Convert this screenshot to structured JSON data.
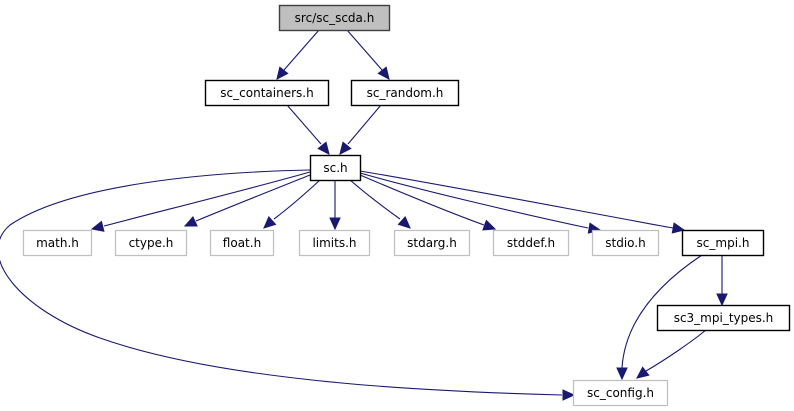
{
  "graph": {
    "title": "src/sc_scda.h include dependency graph",
    "colors": {
      "edge": "#191970",
      "root_fill": "#bfbfbf",
      "root_border": "#404040",
      "normal_border": "#000000",
      "external_border": "#bfbfbf",
      "node_fill": "#ffffff"
    },
    "nodes": [
      {
        "id": "sc_scda",
        "label": "src/sc_scda.h",
        "kind": "root"
      },
      {
        "id": "sc_containers",
        "label": "sc_containers.h",
        "kind": "normal"
      },
      {
        "id": "sc_random",
        "label": "sc_random.h",
        "kind": "normal"
      },
      {
        "id": "sc",
        "label": "sc.h",
        "kind": "normal"
      },
      {
        "id": "math",
        "label": "math.h",
        "kind": "external"
      },
      {
        "id": "ctype",
        "label": "ctype.h",
        "kind": "external"
      },
      {
        "id": "float",
        "label": "float.h",
        "kind": "external"
      },
      {
        "id": "limits",
        "label": "limits.h",
        "kind": "external"
      },
      {
        "id": "stdarg",
        "label": "stdarg.h",
        "kind": "external"
      },
      {
        "id": "stddef",
        "label": "stddef.h",
        "kind": "external"
      },
      {
        "id": "stdio",
        "label": "stdio.h",
        "kind": "external"
      },
      {
        "id": "sc_mpi",
        "label": "sc_mpi.h",
        "kind": "normal"
      },
      {
        "id": "sc3_mpi_types",
        "label": "sc3_mpi_types.h",
        "kind": "normal"
      },
      {
        "id": "sc_config",
        "label": "sc_config.h",
        "kind": "external"
      }
    ],
    "edges": [
      {
        "from": "sc_scda",
        "to": "sc_containers"
      },
      {
        "from": "sc_scda",
        "to": "sc_random"
      },
      {
        "from": "sc_containers",
        "to": "sc"
      },
      {
        "from": "sc_random",
        "to": "sc"
      },
      {
        "from": "sc",
        "to": "math"
      },
      {
        "from": "sc",
        "to": "ctype"
      },
      {
        "from": "sc",
        "to": "float"
      },
      {
        "from": "sc",
        "to": "limits"
      },
      {
        "from": "sc",
        "to": "stdarg"
      },
      {
        "from": "sc",
        "to": "stddef"
      },
      {
        "from": "sc",
        "to": "stdio"
      },
      {
        "from": "sc",
        "to": "sc_mpi"
      },
      {
        "from": "sc",
        "to": "sc_config"
      },
      {
        "from": "sc_mpi",
        "to": "sc3_mpi_types"
      },
      {
        "from": "sc_mpi",
        "to": "sc_config"
      },
      {
        "from": "sc3_mpi_types",
        "to": "sc_config"
      }
    ]
  }
}
